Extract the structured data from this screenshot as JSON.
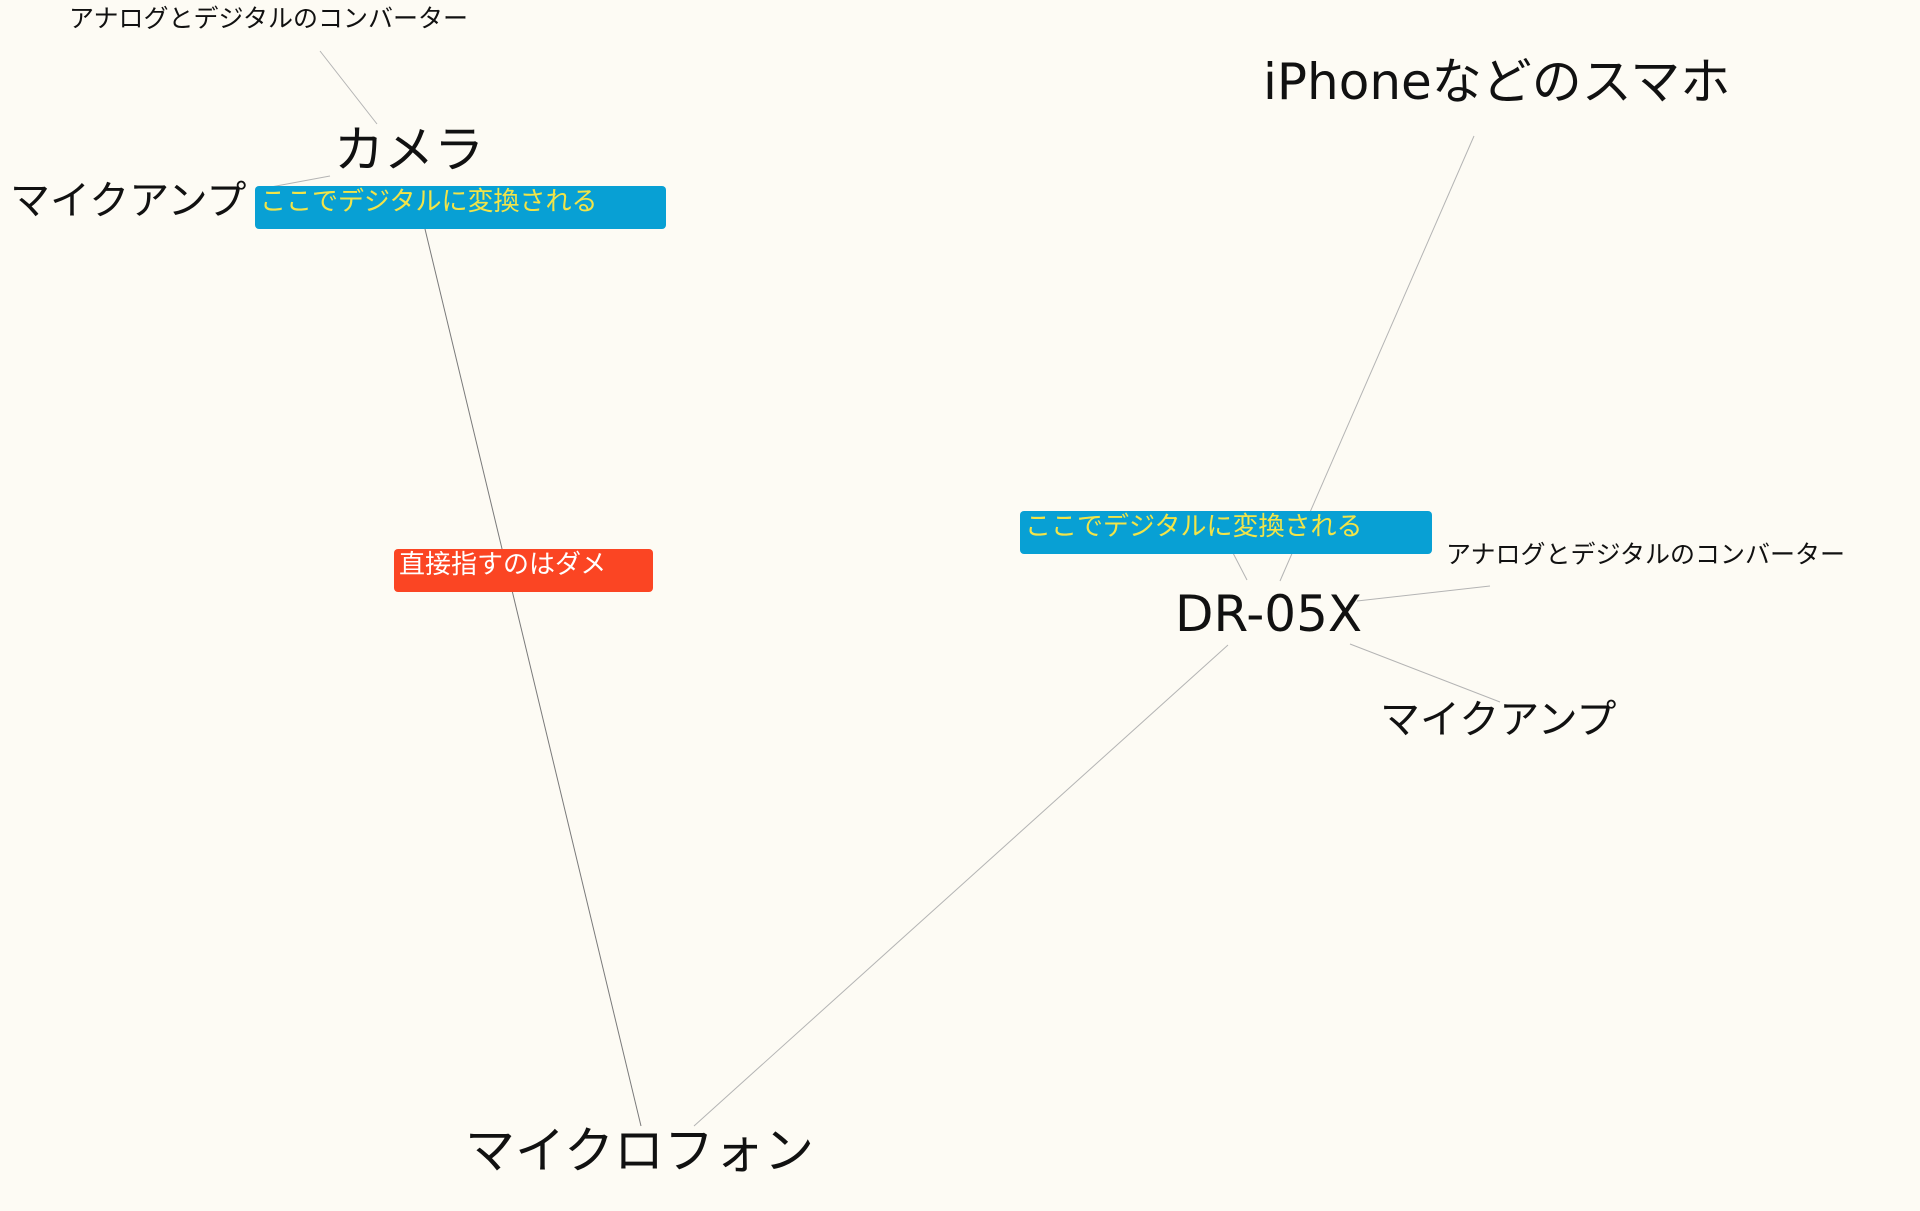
{
  "colors": {
    "background": "#fdfbf4",
    "text": "#111111",
    "edge_dark": "#7a7a7a",
    "edge_light": "#b4b4b4",
    "note_blue_bg": "#08a0d4",
    "note_blue_text": "#f2e448",
    "note_red_bg": "#fb4523",
    "note_red_text": "#ffffff"
  },
  "nodes": {
    "microphone": "マイクロフォン",
    "camera": "カメラ",
    "camera_mic_amp": "マイクアンプ",
    "camera_converter": "アナログとデジタルのコンバーター",
    "recorder": "DR-05X",
    "recorder_mic_amp": "マイクアンプ",
    "recorder_converter": "アナログとデジタルのコンバーター",
    "smartphone": "iPhoneなどのスマホ"
  },
  "notes": {
    "camera_digital": "ここでデジタルに変換される",
    "recorder_digital": "ここでデジタルに変換される",
    "direct_warning": "直接指すのはダメ"
  }
}
